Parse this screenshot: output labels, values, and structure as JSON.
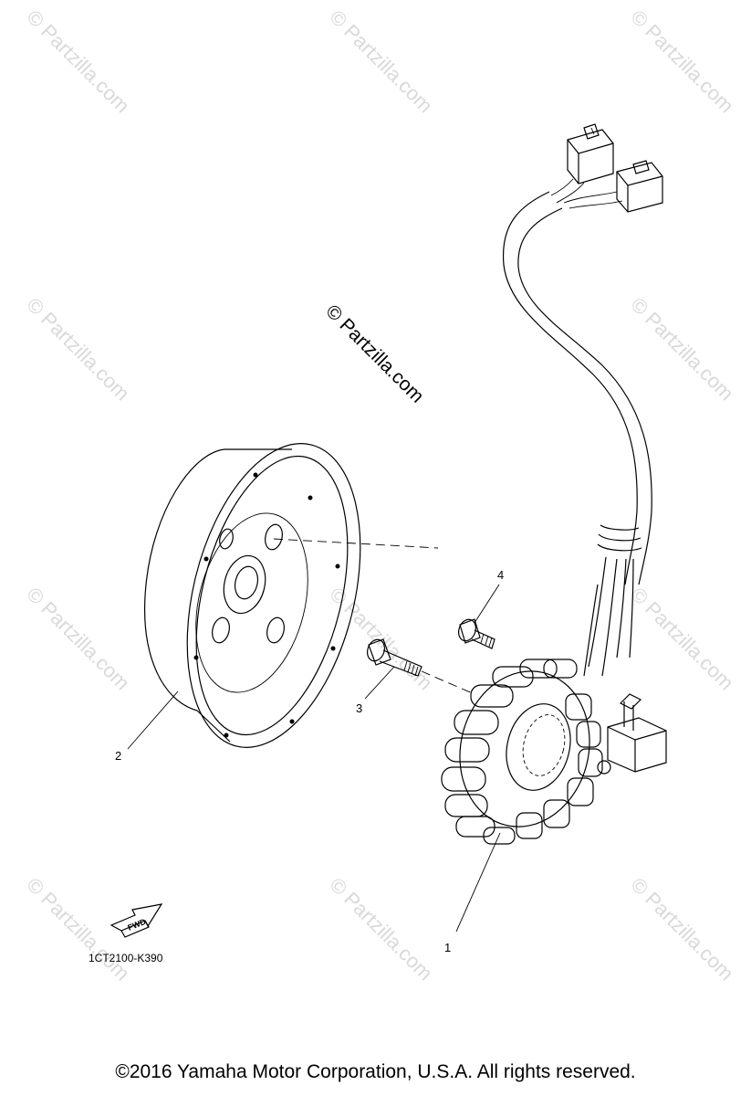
{
  "diagram": {
    "callouts": {
      "stator": "1",
      "rotor": "2",
      "bolt": "3",
      "screw": "4"
    },
    "diagram_code": "1CT2100-K390",
    "fwd_label": "FWD",
    "watermark_main": "© Partzilla.com",
    "watermark_repeat": "© Partzilla.com"
  },
  "footer": {
    "copyright": "©2016  Yamaha Motor Corporation, U.S.A. All rights reserved."
  }
}
